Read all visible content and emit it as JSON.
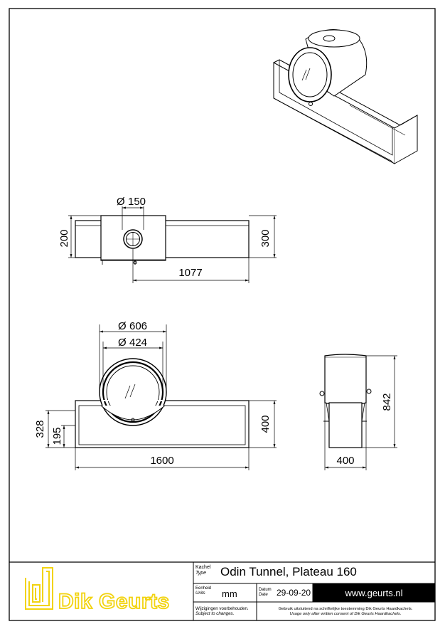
{
  "drawing": {
    "top_view": {
      "flue_diameter": "150",
      "depth_left": "200",
      "depth_right": "300",
      "length_offset": "1077"
    },
    "front_view": {
      "outer_diameter": "606",
      "inner_diameter": "424",
      "height_total": "328",
      "height_inner": "195",
      "height_right": "400",
      "width": "1600"
    },
    "side_view": {
      "height": "842",
      "width": "400"
    }
  },
  "title_block": {
    "type_label": "Kachel",
    "type_label_en": "Type",
    "type_value": "Odin Tunnel, Plateau 160",
    "units_label": "Eenheid",
    "units_label_en": "Units",
    "units_value": "mm",
    "date_label": "Datum",
    "date_label_en": "Date",
    "date_value": "29-09-20",
    "website": "www.geurts.nl",
    "note_nl": "Wijzigingen voorbehouden.",
    "note_en": "Subject to changes.",
    "usage_nl": "Gebruik uitsluitend na schriftelijke toestemming Dik Geurts Haardkachels.",
    "usage_en": "Usage only after written consent of Dik Geurts Haardkachels.",
    "brand_name": "Dik Geurts",
    "brand_color": "#f2d30f"
  }
}
